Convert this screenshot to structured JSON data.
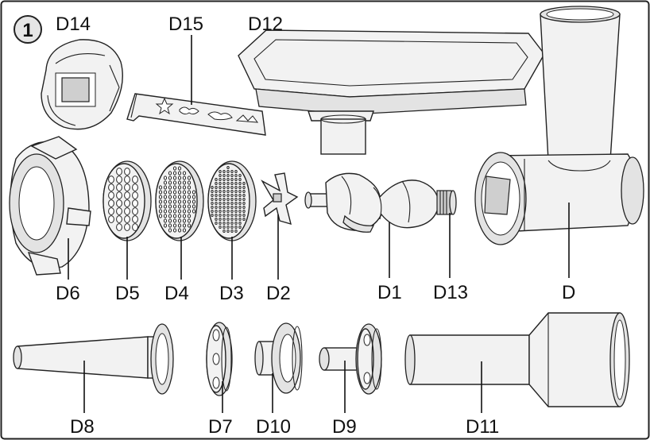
{
  "figure": {
    "number": "1",
    "labels": {
      "D14": "D14",
      "D15": "D15",
      "D12": "D12",
      "D6": "D6",
      "D5": "D5",
      "D4": "D4",
      "D3": "D3",
      "D2": "D2",
      "D1": "D1",
      "D13": "D13",
      "D": "D",
      "D8": "D8",
      "D7": "D7",
      "D10": "D10",
      "D9": "D9",
      "D11": "D11"
    }
  }
}
